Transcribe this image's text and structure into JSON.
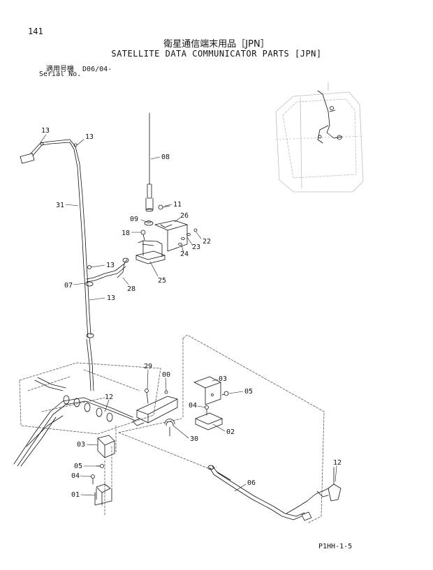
{
  "page_number": "141",
  "title_jp": "衛星通信端末用品［JPN］",
  "title_en": "SATELLITE DATA COMMUNICATOR PARTS [JPN]",
  "serial": {
    "label_jp": "適用号機",
    "value": "D06/04-",
    "label_en": "Serial No."
  },
  "footer_code": "P1HH-1-5",
  "colors": {
    "ink": "#111111",
    "paper": "#ffffff"
  },
  "part_labels": [
    "13",
    "13",
    "31",
    "08",
    "11",
    "09",
    "26",
    "18",
    "23",
    "22",
    "24",
    "25",
    "13",
    "07",
    "28",
    "13",
    "29",
    "00",
    "03",
    "05",
    "04",
    "02",
    "12",
    "30",
    "03",
    "05",
    "04",
    "01",
    "06",
    "12"
  ]
}
